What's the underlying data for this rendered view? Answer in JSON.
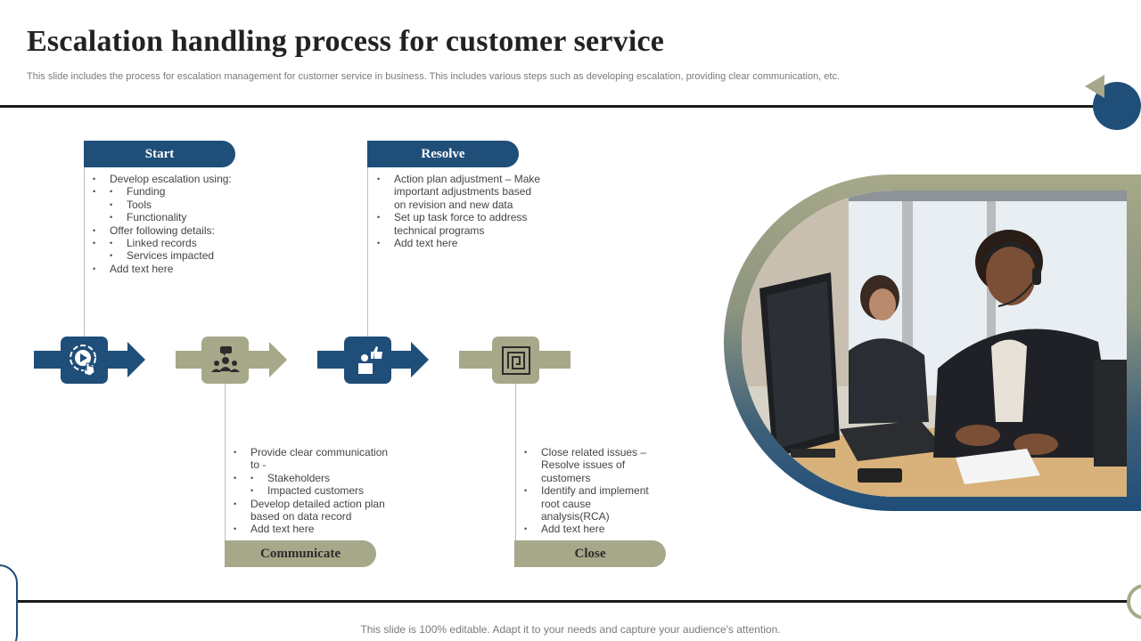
{
  "header": {
    "title": "Escalation handling process for customer service",
    "subtitle": "This slide includes the process for escalation management for customer service in business. This includes various steps such as developing escalation, providing clear communication, etc."
  },
  "steps": {
    "start": {
      "label": "Start",
      "bullets": [
        "Develop escalation using:",
        "Funding",
        "Tools",
        "Functionality",
        "Offer following details:",
        "Linked records",
        "Services impacted",
        "Add text here"
      ]
    },
    "communicate": {
      "label": "Communicate",
      "bullets": [
        "Provide clear communication to -",
        "Stakeholders",
        "Impacted customers",
        "Develop detailed action plan based on data record",
        "Add text here"
      ]
    },
    "resolve": {
      "label": "Resolve",
      "bullets": [
        "Action plan adjustment – Make important adjustments based on revision and new data",
        "Set up task force to address technical programs",
        "Add text here"
      ]
    },
    "close": {
      "label": "Close",
      "bullets": [
        "Close related issues – Resolve issues of customers",
        "Identify and implement root cause analysis(RCA)",
        "Add text here"
      ]
    }
  },
  "icons": {
    "start": "touch-play-icon",
    "communicate": "team-chat-icon",
    "resolve": "thumbs-up-desk-icon",
    "close": "spiral-square-icon"
  },
  "colors": {
    "primary_blue": "#1f4e79",
    "olive": "#a6a889",
    "line": "#1a1a1a"
  },
  "footer": {
    "note": "This slide is 100% editable. Adapt it to your needs and capture your audience's attention."
  }
}
